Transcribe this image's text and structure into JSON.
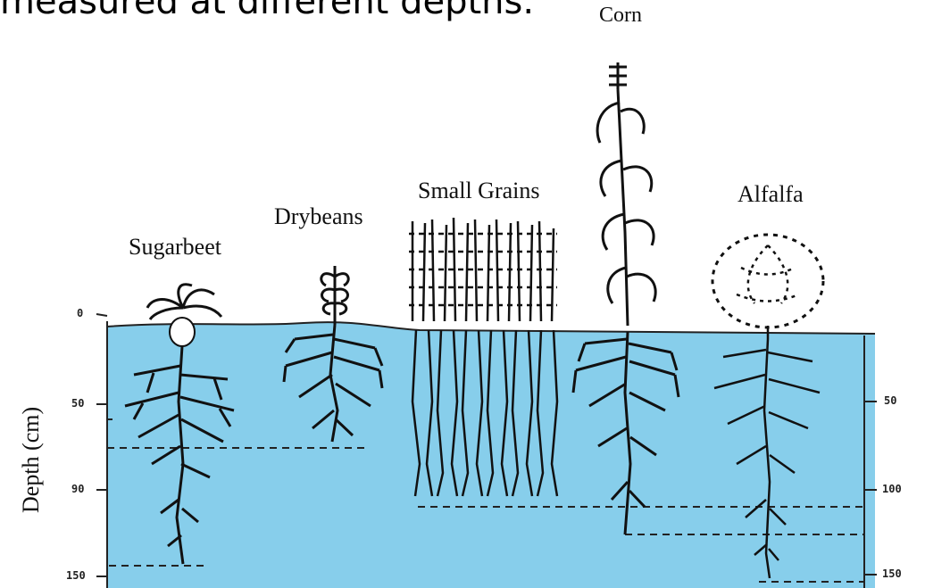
{
  "title": "measured at different depths.",
  "crops": {
    "sugarbeet": "Sugarbeet",
    "drybeans": "Drybeans",
    "small_grains": "Small Grains",
    "corn": "Corn",
    "alfalfa": "Alfalfa"
  },
  "axis": {
    "label": "Depth (cm)",
    "left_ticks": [
      "0",
      "50",
      "90",
      "150"
    ],
    "right_ticks": [
      "50",
      "100",
      "150"
    ]
  },
  "colors": {
    "soil": "#87ceeb",
    "roots": "#111111",
    "dashes": "#222222"
  }
}
